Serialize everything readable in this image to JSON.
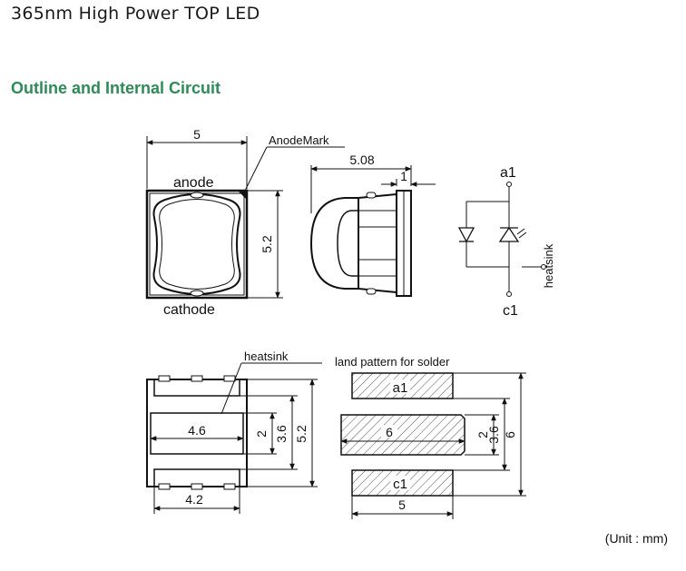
{
  "header": {
    "title": "365nm High Power TOP LED",
    "section_heading": "Outline and Internal Circuit"
  },
  "top_view": {
    "width_dim": "5",
    "height_dim": "5.2",
    "anode_label": "anode",
    "cathode_label": "cathode",
    "anode_mark_label": "AnodeMark"
  },
  "side_view": {
    "depth_dim": "5.08",
    "lead_dim": "1"
  },
  "circuit": {
    "anode_terminal": "a1",
    "cathode_terminal": "c1",
    "heatsink_label": "heatsink"
  },
  "bottom_view": {
    "heatsink_label": "heatsink",
    "pad_width_dim": "4.6",
    "pad_height_dim": "2",
    "pad_outer_dim": "3.6",
    "body_height_dim": "5.2",
    "lead_width_dim": "4.2"
  },
  "land_pattern": {
    "title": "land pattern for solder",
    "pad_a_label": "a1",
    "pad_c_label": "c1",
    "center_pad_dim": "6",
    "center_height_dim": "2",
    "center_outer_dim": "3.6",
    "total_height_dim": "6",
    "width_dim": "5"
  },
  "footer": {
    "unit_note": "(Unit : mm)"
  }
}
